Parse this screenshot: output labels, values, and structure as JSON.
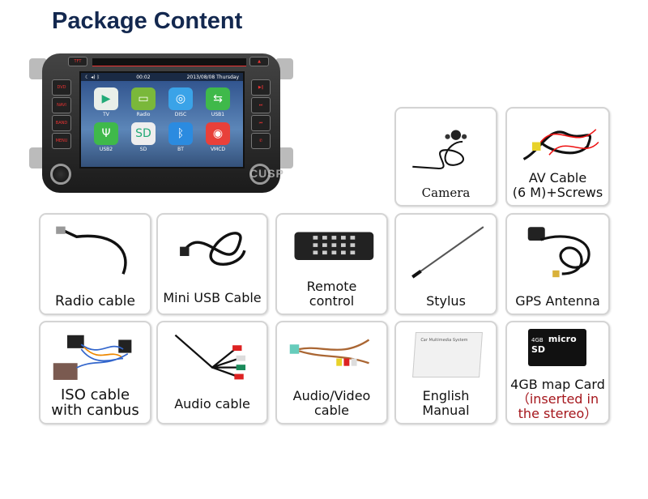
{
  "header": {
    "title": "Package Content"
  },
  "head_unit": {
    "status": {
      "time": "00:02",
      "date": "2013/08/08 Thursday"
    },
    "apps": [
      {
        "label": "TV",
        "color": "#e9efe9",
        "glyph": "▶"
      },
      {
        "label": "Radio",
        "color": "#7ab83a",
        "glyph": "▭"
      },
      {
        "label": "DISC",
        "color": "#3aa3e8",
        "glyph": "◎"
      },
      {
        "label": "USB1",
        "color": "#3fb94a",
        "glyph": "⇆"
      },
      {
        "label": "USB2",
        "color": "#3fb94a",
        "glyph": "Ψ"
      },
      {
        "label": "SD",
        "color": "#eeeeee",
        "glyph": "SD"
      },
      {
        "label": "BT",
        "color": "#2b8be0",
        "glyph": "ᛒ"
      },
      {
        "label": "VMCD",
        "color": "#e8403a",
        "glyph": "◉"
      }
    ],
    "left_buttons": [
      "DVD",
      "NAVI",
      "BAND",
      "MENU"
    ],
    "right_buttons": [
      "▶‖",
      "⏭",
      "⏮",
      "✆"
    ],
    "top_buttons": [
      "TFT",
      "▲"
    ],
    "brand": "CUSP"
  },
  "items": [
    {
      "label": "Camera"
    },
    {
      "label_1": "AV Cable",
      "label_2": "(6 M)+Screws"
    },
    {
      "label": "Radio cable"
    },
    {
      "label": "Mini USB Cable"
    },
    {
      "label_1": "Remote",
      "label_2": "control"
    },
    {
      "label": "Stylus"
    },
    {
      "label": "GPS Antenna"
    },
    {
      "label_1": "ISO cable",
      "label_2": "with canbus"
    },
    {
      "label": "Audio cable"
    },
    {
      "label_1": "Audio/Video",
      "label_2": "cable"
    },
    {
      "label_1": "English",
      "label_2": "Manual",
      "manual_cover": "Car Multimedia System"
    },
    {
      "label_1": "4GB map Card",
      "label_2": "（inserted in",
      "label_3": "the stereo）",
      "card_brand": "micro SD",
      "card_size": "4GB"
    }
  ]
}
